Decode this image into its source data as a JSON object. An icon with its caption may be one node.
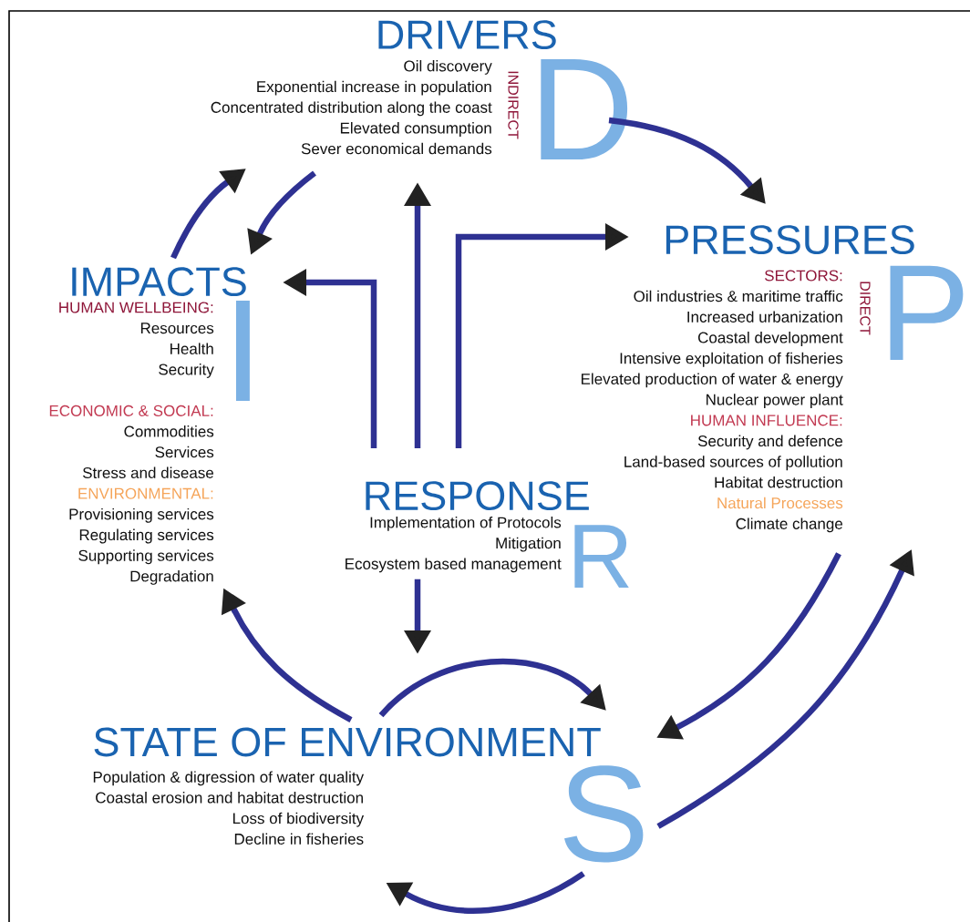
{
  "diagram": {
    "nodes": [
      {
        "text": [
          "DRIVERS",
          "Oil discovery",
          "Exponential increase in population",
          "Concentrated distribution along the coast",
          "Elevated consumption",
          "Sever economical demands",
          "INDIRECT"
        ],
        "beside": [
          "D"
        ]
      },
      {
        "text": [
          "PRESSURES",
          "SECTORS:",
          "Oil industries & maritime traffic",
          "Increased urbanization",
          "Coastal development",
          "Intensive exploitation of fisheries",
          "Elevated production of water & energy",
          "Nuclear power plant",
          "HUMAN INFLUENCE:",
          "Security and defence",
          "Land-based sources of pollution",
          "Habitat destruction",
          "Natural Processes",
          "Climate change",
          "DIRECT"
        ],
        "beside": [
          "P"
        ]
      },
      {
        "text": [
          "IMPACTS",
          "HUMAN WELLBEING:",
          "Resources",
          "Health",
          "Security",
          "ECONOMIC & SOCIAL:",
          "Commodities",
          "Services",
          "Stress and disease",
          "ENVIRONMENTAL:",
          "Provisioning services",
          "Regulating services",
          "Supporting services",
          "Degradation"
        ],
        "beside": [
          "I"
        ]
      },
      {
        "text": [
          "RESPONSE",
          "Implementation of Protocols",
          "Mitigation",
          "Ecosystem based management"
        ],
        "beside": [
          "R"
        ]
      },
      {
        "text": [
          "STATE OF ENVIRONMENT",
          "Population & digression of water quality",
          "Coastal erosion and habitat destruction",
          "Loss of biodiversity",
          "Decline in fisheries"
        ],
        "beside": [
          "S"
        ]
      }
    ],
    "edges": [
      {
        "from": 0,
        "to": 1,
        "arrow": "to"
      },
      {
        "from": 2,
        "to": 0,
        "arrow": "to"
      },
      {
        "from": 0,
        "to": 2,
        "arrow": "to"
      },
      {
        "from": 3,
        "to": 2,
        "arrow": "to"
      },
      {
        "from": 3,
        "to": 0,
        "arrow": "to"
      },
      {
        "from": 3,
        "to": 1,
        "arrow": "to"
      },
      {
        "from": 3,
        "to": null,
        "arrow": "to"
      },
      {
        "from": 4,
        "to": 2,
        "arrow": "to"
      },
      {
        "from": 4,
        "to": 4,
        "arrow": "to"
      },
      {
        "from": 4,
        "to": 4,
        "arrow": "to"
      },
      {
        "from": 1,
        "to": 4,
        "arrow": "to"
      },
      {
        "from": 4,
        "to": 1,
        "arrow": "to"
      }
    ]
  }
}
